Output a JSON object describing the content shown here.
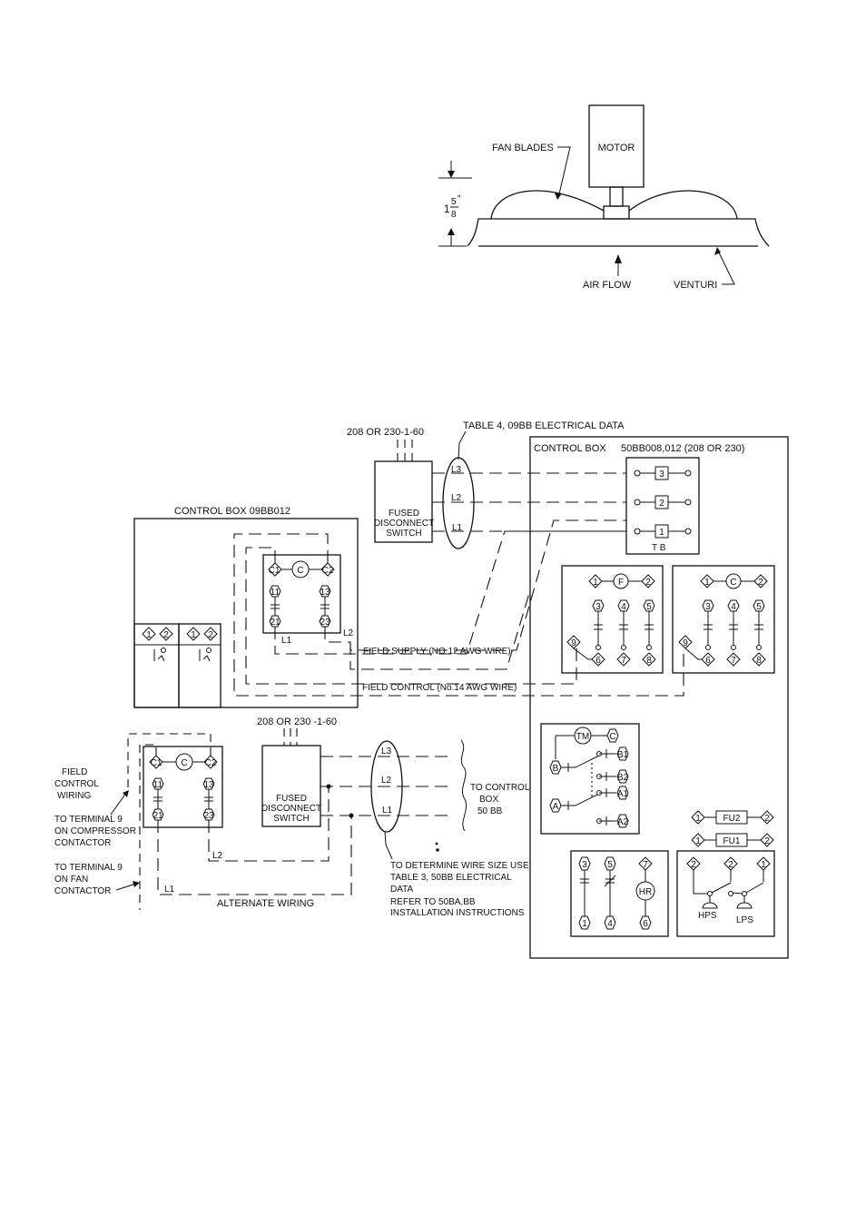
{
  "fan_detail": {
    "motor": "MOTOR",
    "fan_blades": "FAN BLADES",
    "dimension_whole": "1",
    "dimension_num": "5",
    "dimension_inch": "\"",
    "dimension_den": "8",
    "air_flow": "AIR  FLOW",
    "venturi": "VENTURI"
  },
  "wiring": {
    "supply_top": "208 OR 230-1-60",
    "supply_bottom": "208 OR 230 -1-60",
    "table4": "TABLE  4, 09BB ELECTRICAL DATA",
    "disconnect_line1": "FUSED",
    "disconnect_line2": "DISCONNECT",
    "disconnect_line3": "SWITCH",
    "control_box_left": "CONTROL BOX 09BB012",
    "control_box_right": "CONTROL BOX",
    "control_box_right_model": "50BB008,012  (208 OR 230)",
    "tb": "T B",
    "field_supply": "FIELD SUPPLY (NO 12 AWG WIRE)",
    "field_control": "FIELD CONTROL (No.14 AWG WIRE)",
    "field_control_wiring_1": "FIELD",
    "field_control_wiring_2": "CONTROL",
    "field_control_wiring_3": "WIRING",
    "to_term9_comp_1": "TO TERMINAL  9",
    "to_term9_comp_2": "ON COMPRESSOR",
    "to_term9_comp_3": "CONTACTOR",
    "to_term9_fan_1": "TO TERMINAL  9",
    "to_term9_fan_2": "ON  FAN",
    "to_term9_fan_3": "CONTACTOR",
    "alternate_wiring": "ALTERNATE WIRING",
    "to_control_box_1": "TO CONTROL",
    "to_control_box_2": "BOX",
    "to_control_box_3": "50 BB",
    "note1_1": "TO DETERMINE WIRE SIZE USE",
    "note1_2": "TABLE 3, 50BB ELECTRICAL",
    "note1_3": "DATA",
    "note2_1": "REFER TO 50BA,BB",
    "note2_2": "INSTALLATION INSTRUCTIONS",
    "l1": "L1",
    "l2": "L2",
    "l3": "L3",
    "hps": "HPS",
    "lps": "LPS",
    "fu1": "FU1",
    "fu2": "FU2",
    "tm": "TM",
    "hr": "HR"
  }
}
